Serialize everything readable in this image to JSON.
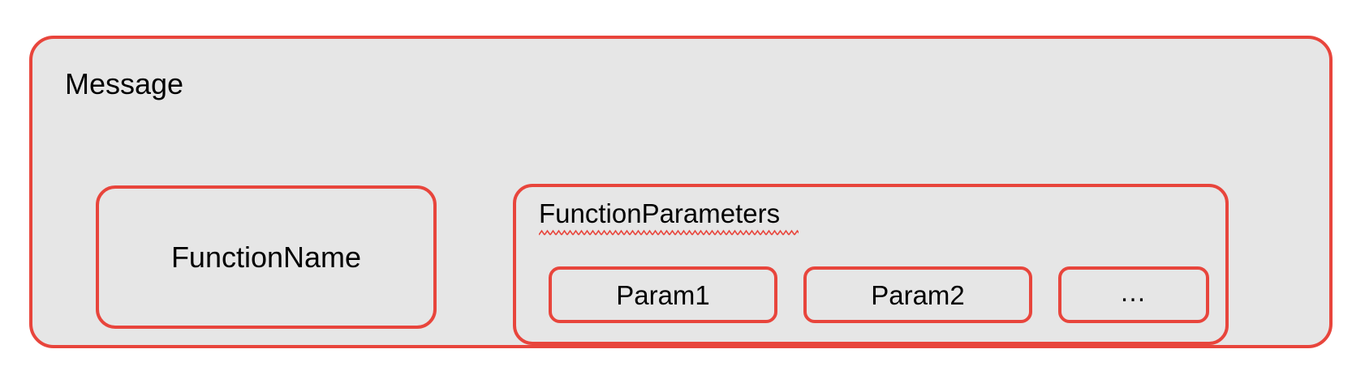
{
  "diagram": {
    "title_label": "Message",
    "colors": {
      "stroke": "#e8453c",
      "fill": "#e6e6e6",
      "text": "#000000",
      "page_background": "#ffffff",
      "spellcheck_underline": "#e8453c"
    },
    "function_name": {
      "label": "FunctionName"
    },
    "function_parameters": {
      "label": "FunctionParameters",
      "has_spellcheck_underline": true,
      "params": [
        {
          "label": "Param1"
        },
        {
          "label": "Param2"
        },
        {
          "label": "…"
        }
      ]
    }
  }
}
